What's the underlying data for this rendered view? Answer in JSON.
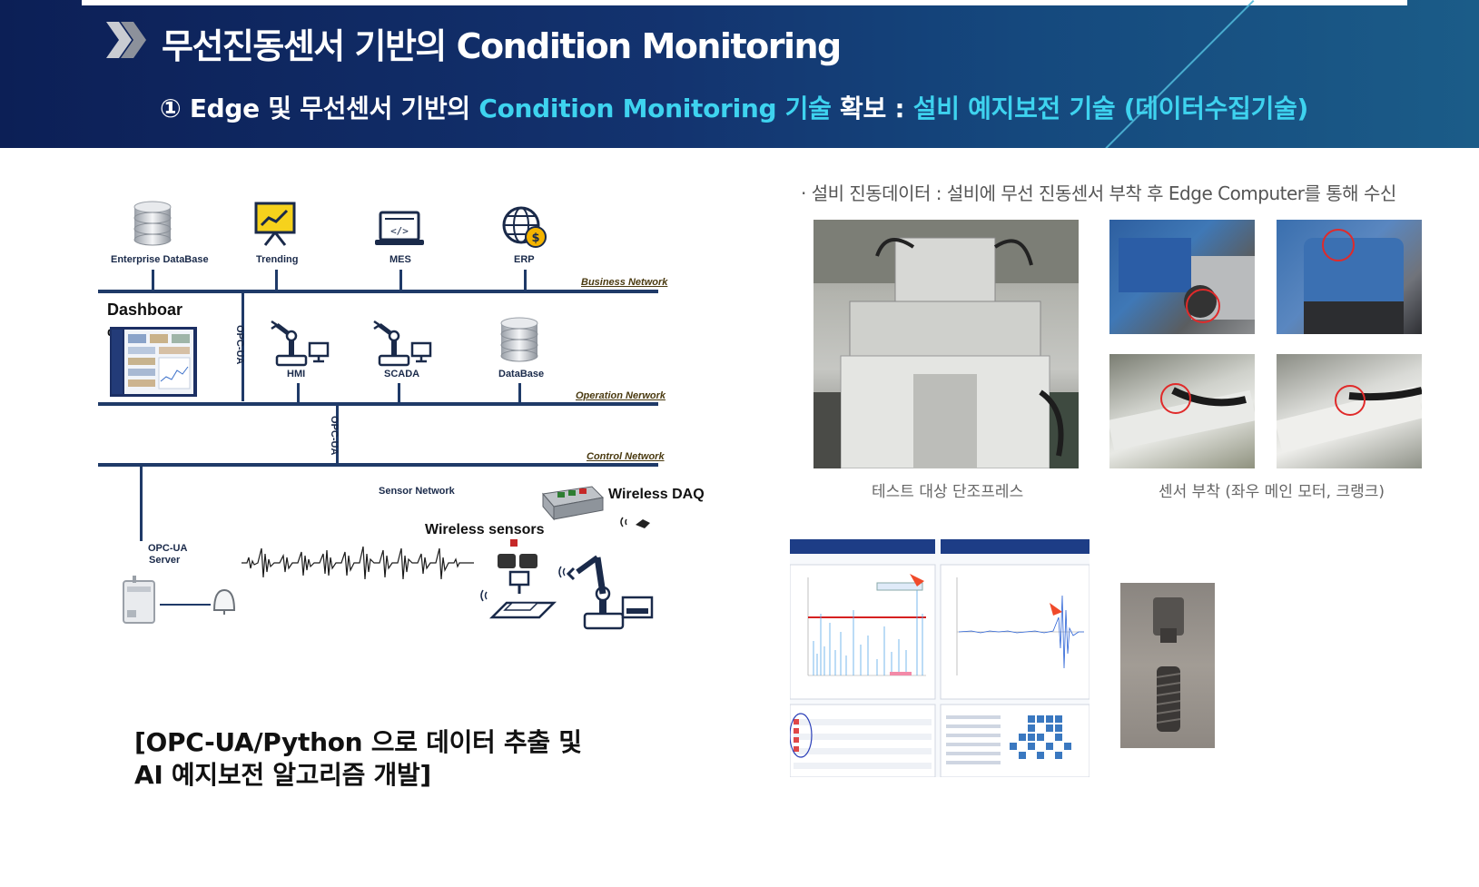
{
  "header": {
    "title": "무선진동센서 기반의 Condition Monitoring",
    "subtitle_part1": "① Edge 및 무선센서 기반의 ",
    "subtitle_part2": "Condition Monitoring 기술",
    "subtitle_part3": " 확보 : ",
    "subtitle_part4": "설비 예지보전 기술 (데이터수집기술)"
  },
  "diagram": {
    "top_nodes": [
      {
        "label": "Enterprise DataBase",
        "icon": "database-icon"
      },
      {
        "label": "Trending",
        "icon": "trending-chart-icon"
      },
      {
        "label": "MES",
        "icon": "laptop-code-icon"
      },
      {
        "label": "ERP",
        "icon": "globe-dollar-icon"
      }
    ],
    "business_network": "Business Network",
    "dashboard_label": "Dashboar",
    "dashboard_label_wrap": "d",
    "opc_ua_vertical_1": "OPC-UA",
    "opc_ua_vertical_2": "OPC-UA",
    "mid_nodes": [
      {
        "label": "HMI",
        "icon": "robot-arm-icon"
      },
      {
        "label": "SCADA",
        "icon": "robot-arm-icon"
      },
      {
        "label": "DataBase",
        "icon": "database-icon"
      }
    ],
    "operation_network": "Operation Nerwork",
    "control_network": "Control Network",
    "sensor_network": "Sensor Network",
    "wireless_daq": "Wireless DAQ",
    "wireless_sensors": "Wireless sensors",
    "opc_ua_server_line1": "OPC-UA",
    "opc_ua_server_line2": "Server"
  },
  "caption_left_line1": "[OPC-UA/Python 으로 데이터 추출 및",
  "caption_left_line2": "AI 예지보전 알고리즘 개발]",
  "right": {
    "heading": "· 설비 진동데이터 : 설비에 무선 진동센서 부착 후 Edge Computer를 통해 수신",
    "caption_press": "테스트 대상 단조프레스",
    "caption_sensor": "센서 부착 (좌우 메인 모터, 크랭크)"
  },
  "colors": {
    "header_dark": "#0c1f56",
    "accent_cyan": "#3ed3ef",
    "network_line": "#1f3a68"
  }
}
